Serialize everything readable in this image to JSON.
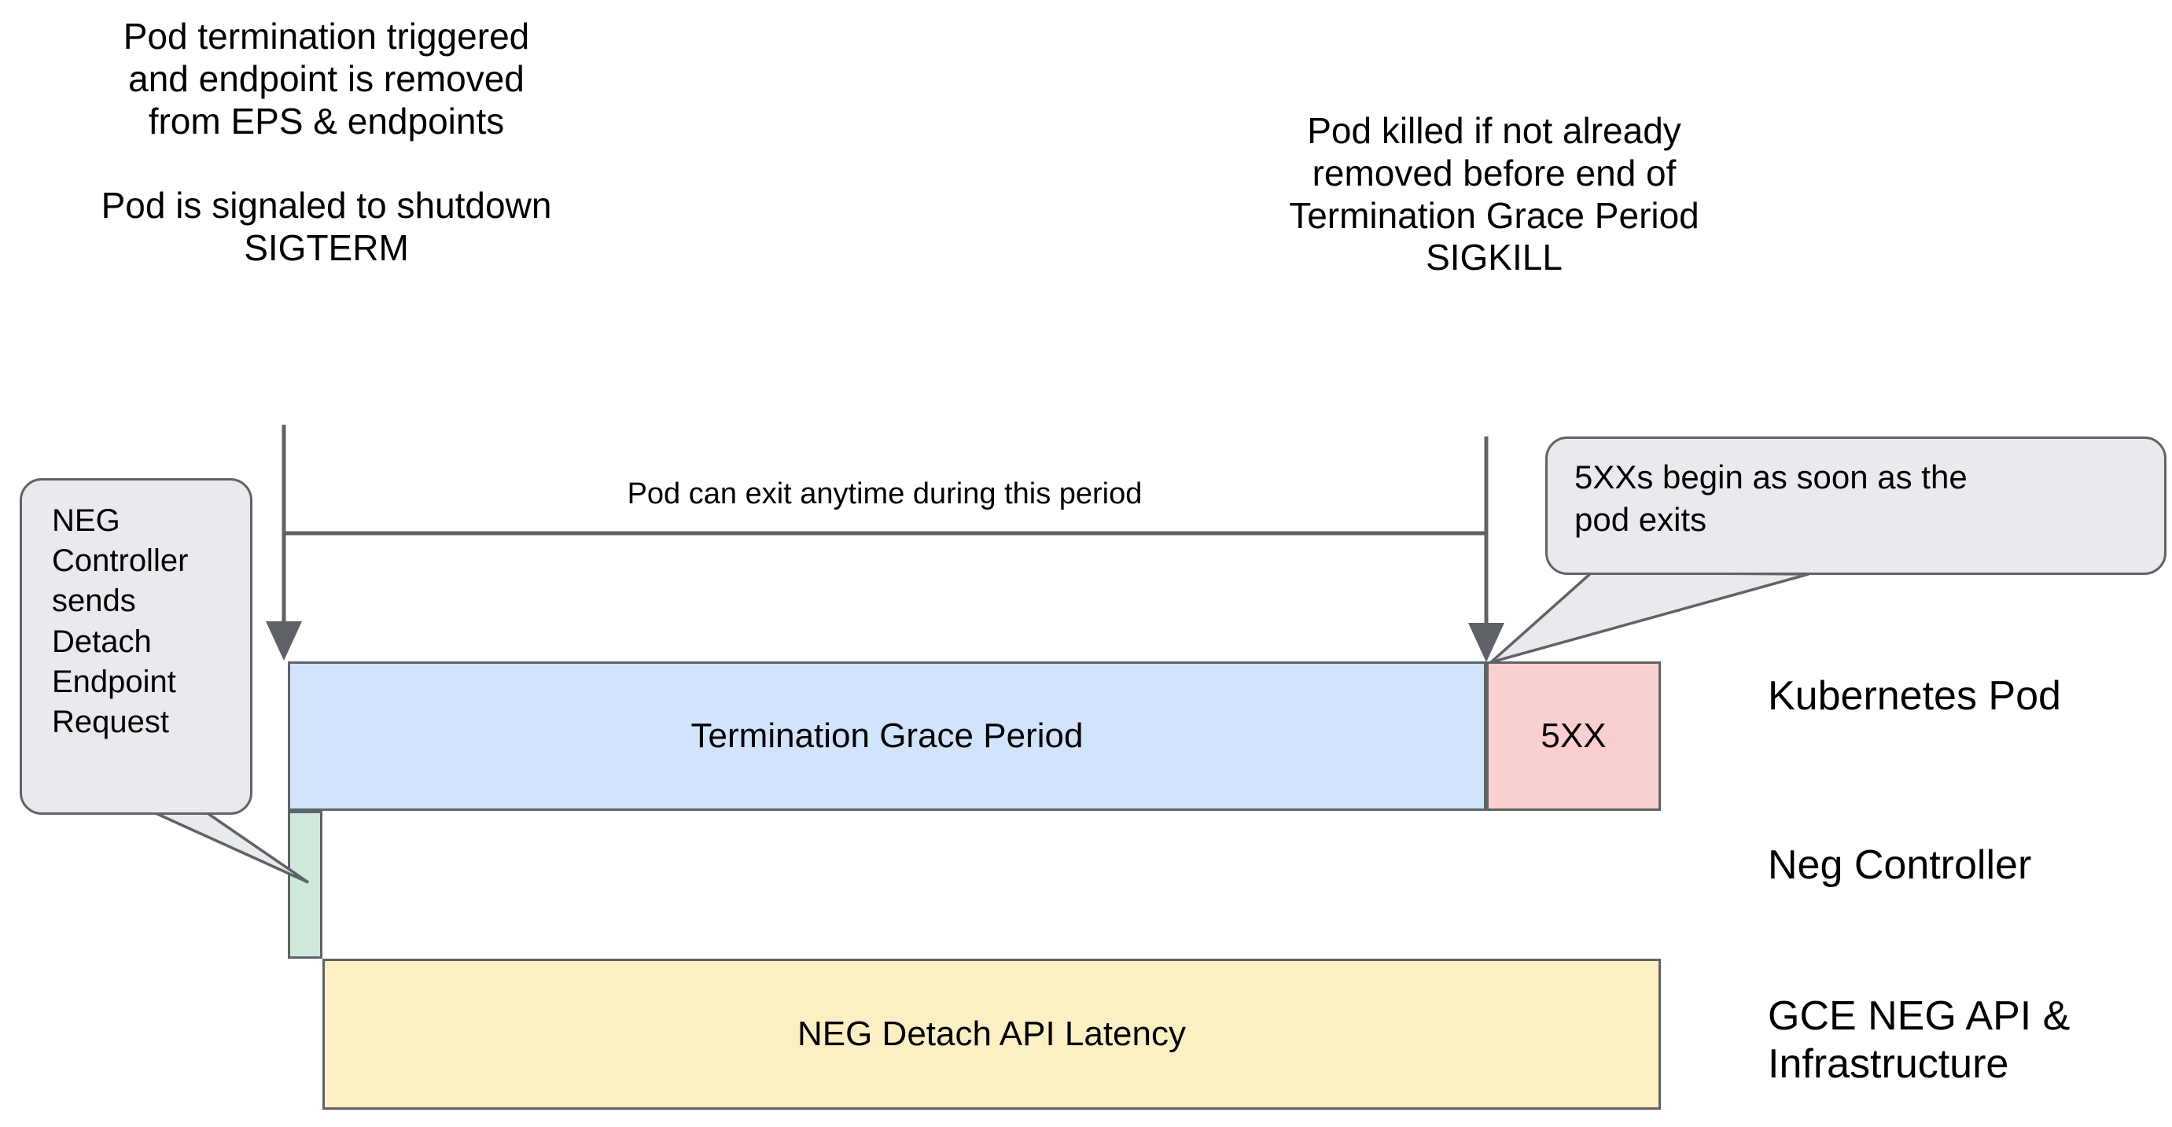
{
  "diagram": {
    "title_notes": {
      "termination": "Pod termination triggered\nand endpoint is removed\nfrom EPS & endpoints\n\nPod is signaled to shutdown\nSIGTERM",
      "sigkill": "Pod killed if not already\nremoved before end of\nTermination Grace Period\nSIGKILL"
    },
    "span_caption": "Pod can exit anytime during this period",
    "bars": {
      "termination_grace_period": "Termination Grace Period",
      "five_xx": "5XX",
      "neg_controller": "",
      "neg_detach_api_latency": "NEG Detach API Latency"
    },
    "lane_labels": {
      "kubernetes_pod": "Kubernetes Pod",
      "neg_controller": "Neg Controller",
      "gce_neg_api": "GCE NEG API &\nInfrastructure"
    },
    "callouts": {
      "neg_detach_request": "NEG\nController\nsends\nDetach\nEndpoint\nRequest",
      "five_xx_begin": "5XXs begin as soon as the\npod exits"
    },
    "colors": {
      "termination_grace_period": "#d2e3fc",
      "five_xx": "#f9cfcf",
      "neg_controller": "#cee9d9",
      "neg_detach_api_latency": "#fcefc4",
      "callout_fill": "#e8eaed",
      "stroke": "#5f6368",
      "background": "#ffffff"
    }
  }
}
